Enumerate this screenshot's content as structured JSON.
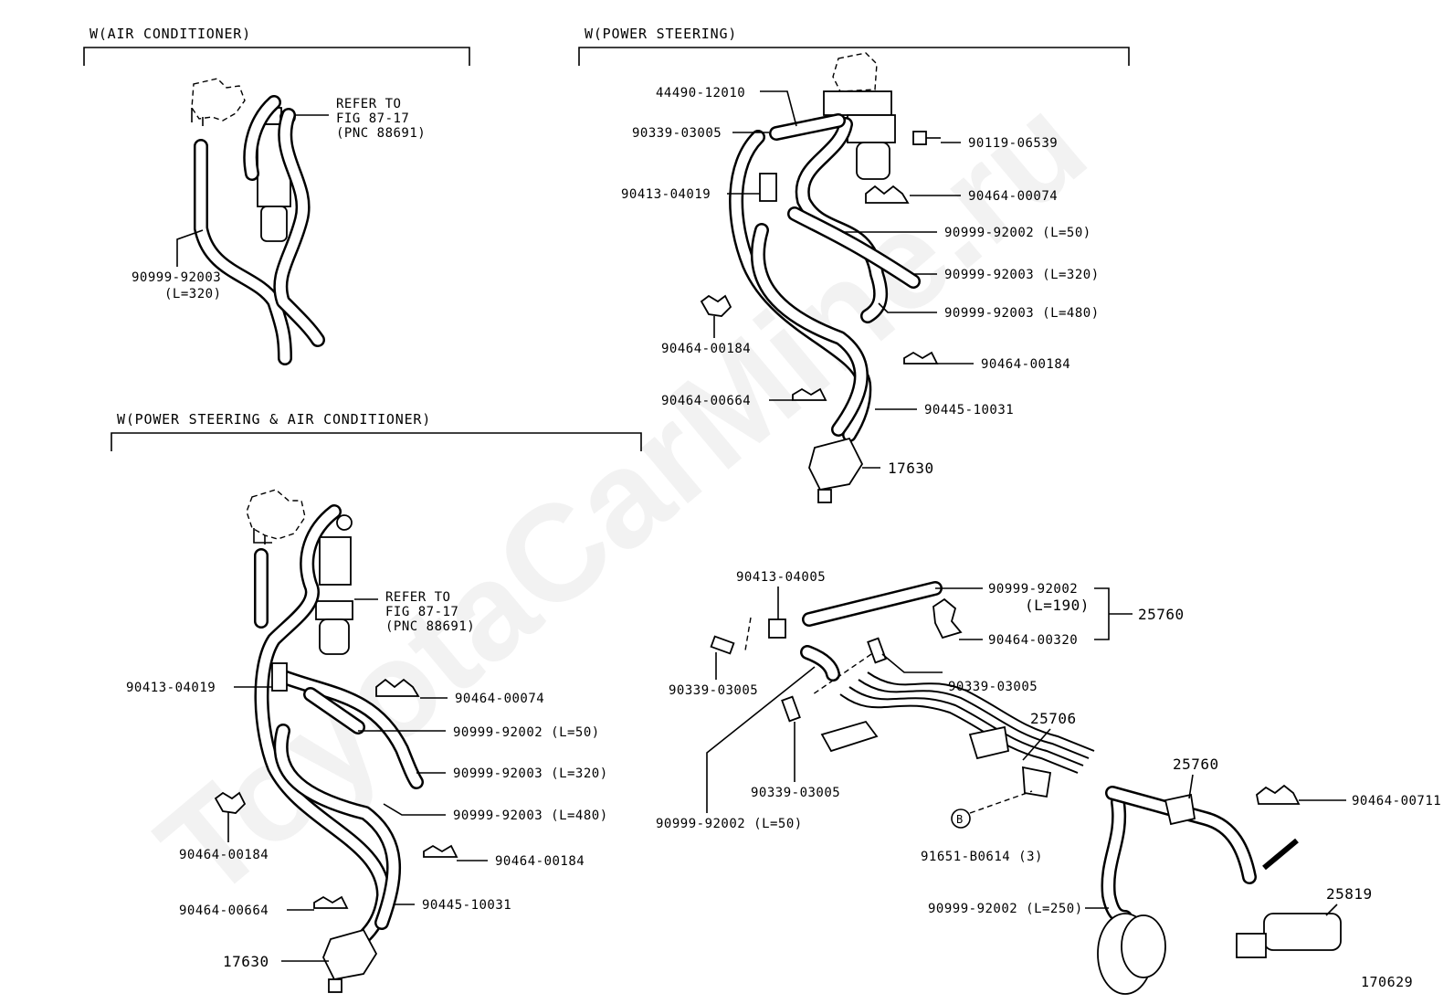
{
  "watermark": "ToyotaCarMine.ru",
  "sections": {
    "air_conditioner": "W(AIR CONDITIONER)",
    "power_steering": "W(POWER STEERING)",
    "ps_and_ac": "W(POWER STEERING & AIR CONDITIONER)"
  },
  "ac_labels": {
    "refer_1": "REFER TO",
    "refer_2": "FIG 87-17",
    "refer_3": "(PNC 88691)",
    "hose_part": "90999-92003",
    "hose_len": "(L=320)"
  },
  "ps_labels": {
    "p1": "44490-12010",
    "p2": "90339-03005",
    "p3": "90119-06539",
    "p4": "90413-04019",
    "p5": "90464-00074",
    "p6": "90999-92002 (L=50)",
    "p7": "90999-92003 (L=320)",
    "p8": "90999-92003 (L=480)",
    "p9": "90464-00184",
    "p10": "90464-00184",
    "p11": "90464-00664",
    "p12": "90445-10031",
    "p13": "17630"
  },
  "psac_labels": {
    "refer_1": "REFER TO",
    "refer_2": "FIG 87-17",
    "refer_3": "(PNC 88691)",
    "p1": "90413-04019",
    "p2": "90464-00074",
    "p3": "90999-92002 (L=50)",
    "p4": "90999-92003 (L=320)",
    "p5": "90999-92003 (L=480)",
    "p6": "90464-00184",
    "p7": "90464-00184",
    "p8": "90464-00664",
    "p9": "90445-10031",
    "p10": "17630"
  },
  "pipe_labels": {
    "p1": "90413-04005",
    "p2": "90999-92002",
    "p2_len": "(L=190)",
    "p3": "25760",
    "p4": "90464-00320",
    "p5": "90339-03005",
    "p6": "90339-03005",
    "p7": "25706",
    "p8": "90339-03005",
    "p9": "90999-92002 (L=50)",
    "p10": "B",
    "p11": "91651-B0614 (3)",
    "p12": "25760",
    "p13": "90464-00711",
    "p14": "25819",
    "p15": "90999-92002 (L=250)"
  },
  "figure_number": "170629"
}
